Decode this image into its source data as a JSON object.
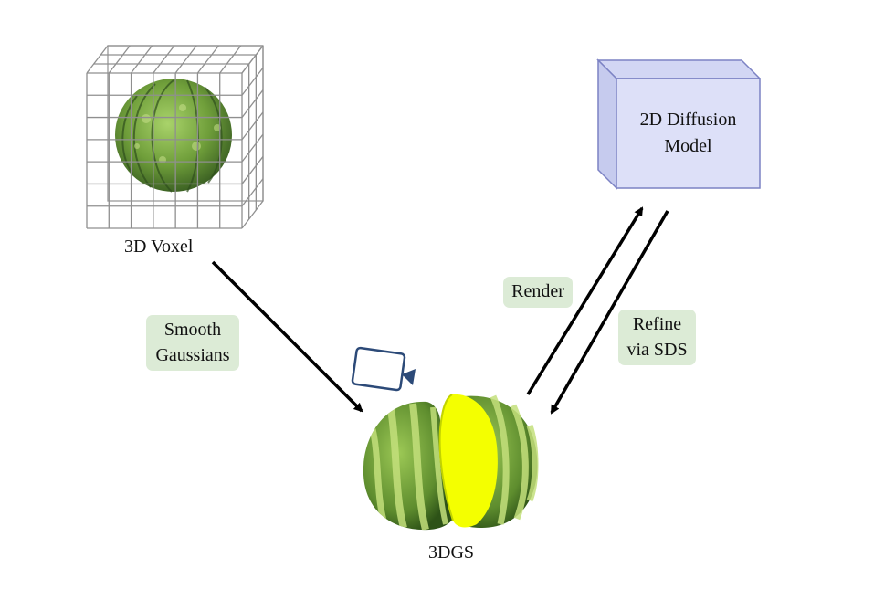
{
  "labels": {
    "voxel": "3D Voxel",
    "gs": "3DGS"
  },
  "model": {
    "line1": "2D Diffusion",
    "line2": "Model"
  },
  "tags": {
    "smooth_line1": "Smooth",
    "smooth_line2": "Gaussians",
    "render": "Render",
    "refine_line1": "Refine",
    "refine_line2": "via SDS"
  },
  "colors": {
    "tag_bg": "#dcebd6",
    "model_front": "#dde0f8",
    "model_side": "#c6cbee",
    "model_stroke": "#7c82c4",
    "camera": "#2c4a78",
    "grid": "#888888",
    "melon_dark": "#2e5a1c",
    "melon_light": "#8fc04a",
    "flesh": "#f4ff00"
  },
  "icons": {
    "camera": "camera-icon",
    "voxel": "voxel-grid-icon",
    "watermelon": "watermelon-icon"
  }
}
